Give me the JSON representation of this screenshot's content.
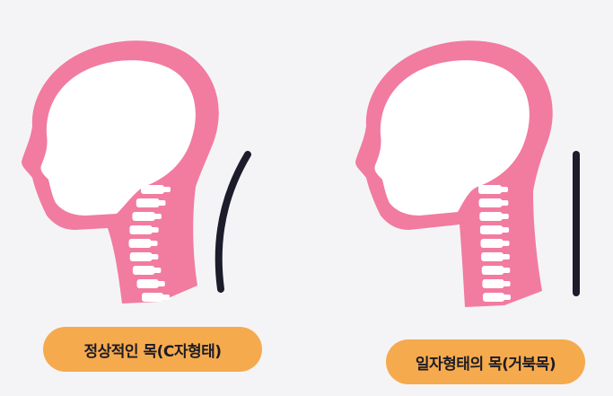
{
  "colors": {
    "background": "#f4f4f6",
    "head_outline": "#f27ba0",
    "face": "#ffffff",
    "spine": "#ffffff",
    "guide_line": "#1c1c2a",
    "label_bg": "#f6aa4e"
  },
  "panels": [
    {
      "label": "정상적인 목(C자형태)",
      "neck_type": "curved"
    },
    {
      "label": "일자형태의 목(거북목)",
      "neck_type": "straight"
    }
  ]
}
